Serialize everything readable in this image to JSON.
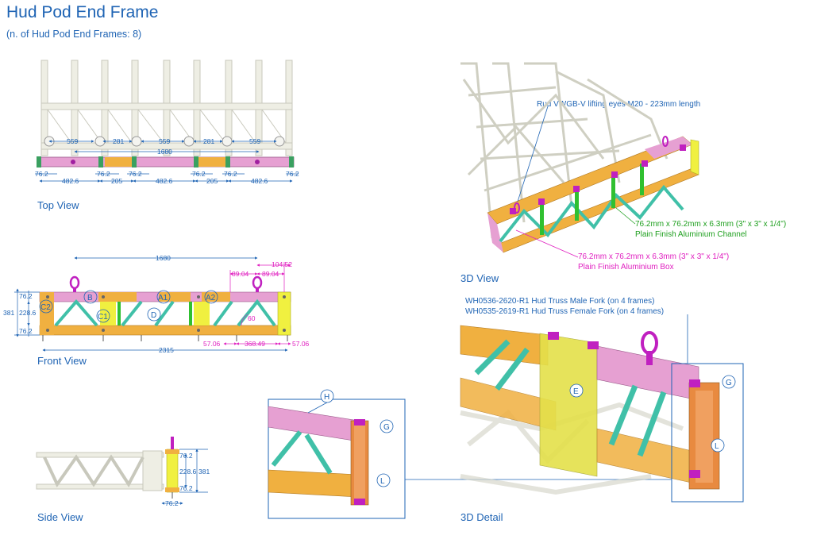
{
  "header": {
    "title": "Hud Pod End Frame",
    "subtitle": "(n. of Hud Pod End Frames: 8)"
  },
  "views": {
    "top": "Top View",
    "front": "Front View",
    "side": "Side View",
    "iso": "3D View",
    "detail": "3D Detail"
  },
  "top_dims": {
    "a": "559",
    "b": "281",
    "c": "559",
    "d": "281",
    "e": "559",
    "total": "1680",
    "end_l": "76.2",
    "end_r": "76.2",
    "m1": "76.2",
    "m2": "76.2",
    "m3": "76.2",
    "m4": "76.2",
    "s1": "482.6",
    "s2": "205",
    "s3": "482.6",
    "s4": "205",
    "s5": "482.6"
  },
  "front_dims": {
    "total_top": "1680",
    "total_bottom": "2315",
    "h_total": "381",
    "h_mid": "228.6",
    "h_top": "76.2",
    "h_bot": "76.2",
    "m_a": "89.04",
    "m_b": "89.04",
    "m_c": "104.52",
    "m_d": "57.06",
    "m_e": "368.49",
    "m_f": "57.06",
    "angle": "60"
  },
  "front_tags": [
    "B",
    "A1",
    "A2",
    "C1",
    "C2",
    "D"
  ],
  "side_dims": {
    "h_top": "76.2",
    "h_mid": "228.6",
    "h_bot": "76.2",
    "h_total": "381",
    "w": "76.2"
  },
  "detail_tags": {
    "h": "H",
    "g": "G",
    "l": "L",
    "e": "E"
  },
  "notes": {
    "lifting": "Rud VWGB-V lifting eyes M20 - 223mm length",
    "channel_1": "76.2mm x 76.2mm x 6.3mm (3\" x 3\" x 1/4\")",
    "channel_2": "Plain Finish Aluminium Channel",
    "box_1": "76.2mm x 76.2mm x 6.3mm (3\" x 3\" x 1/4\")",
    "box_2": "Plain Finish Aluminium Box",
    "fork_male": "WH0536-2620-R1 Hud Truss Male Fork (on 4 frames)",
    "fork_female": "WH0535-2619-R1 Hud Truss Female Fork (on 4 frames)"
  },
  "colors": {
    "accent": "#1f64b4",
    "box_pink": "#e6a0d2",
    "channel_orange": "#f0b040",
    "brace_teal": "#40c0a8",
    "plate_yellow": "#f0f040",
    "channel_green": "#30c030",
    "dim_magenta": "#e020c0",
    "truss_white": "#e6e6da"
  }
}
